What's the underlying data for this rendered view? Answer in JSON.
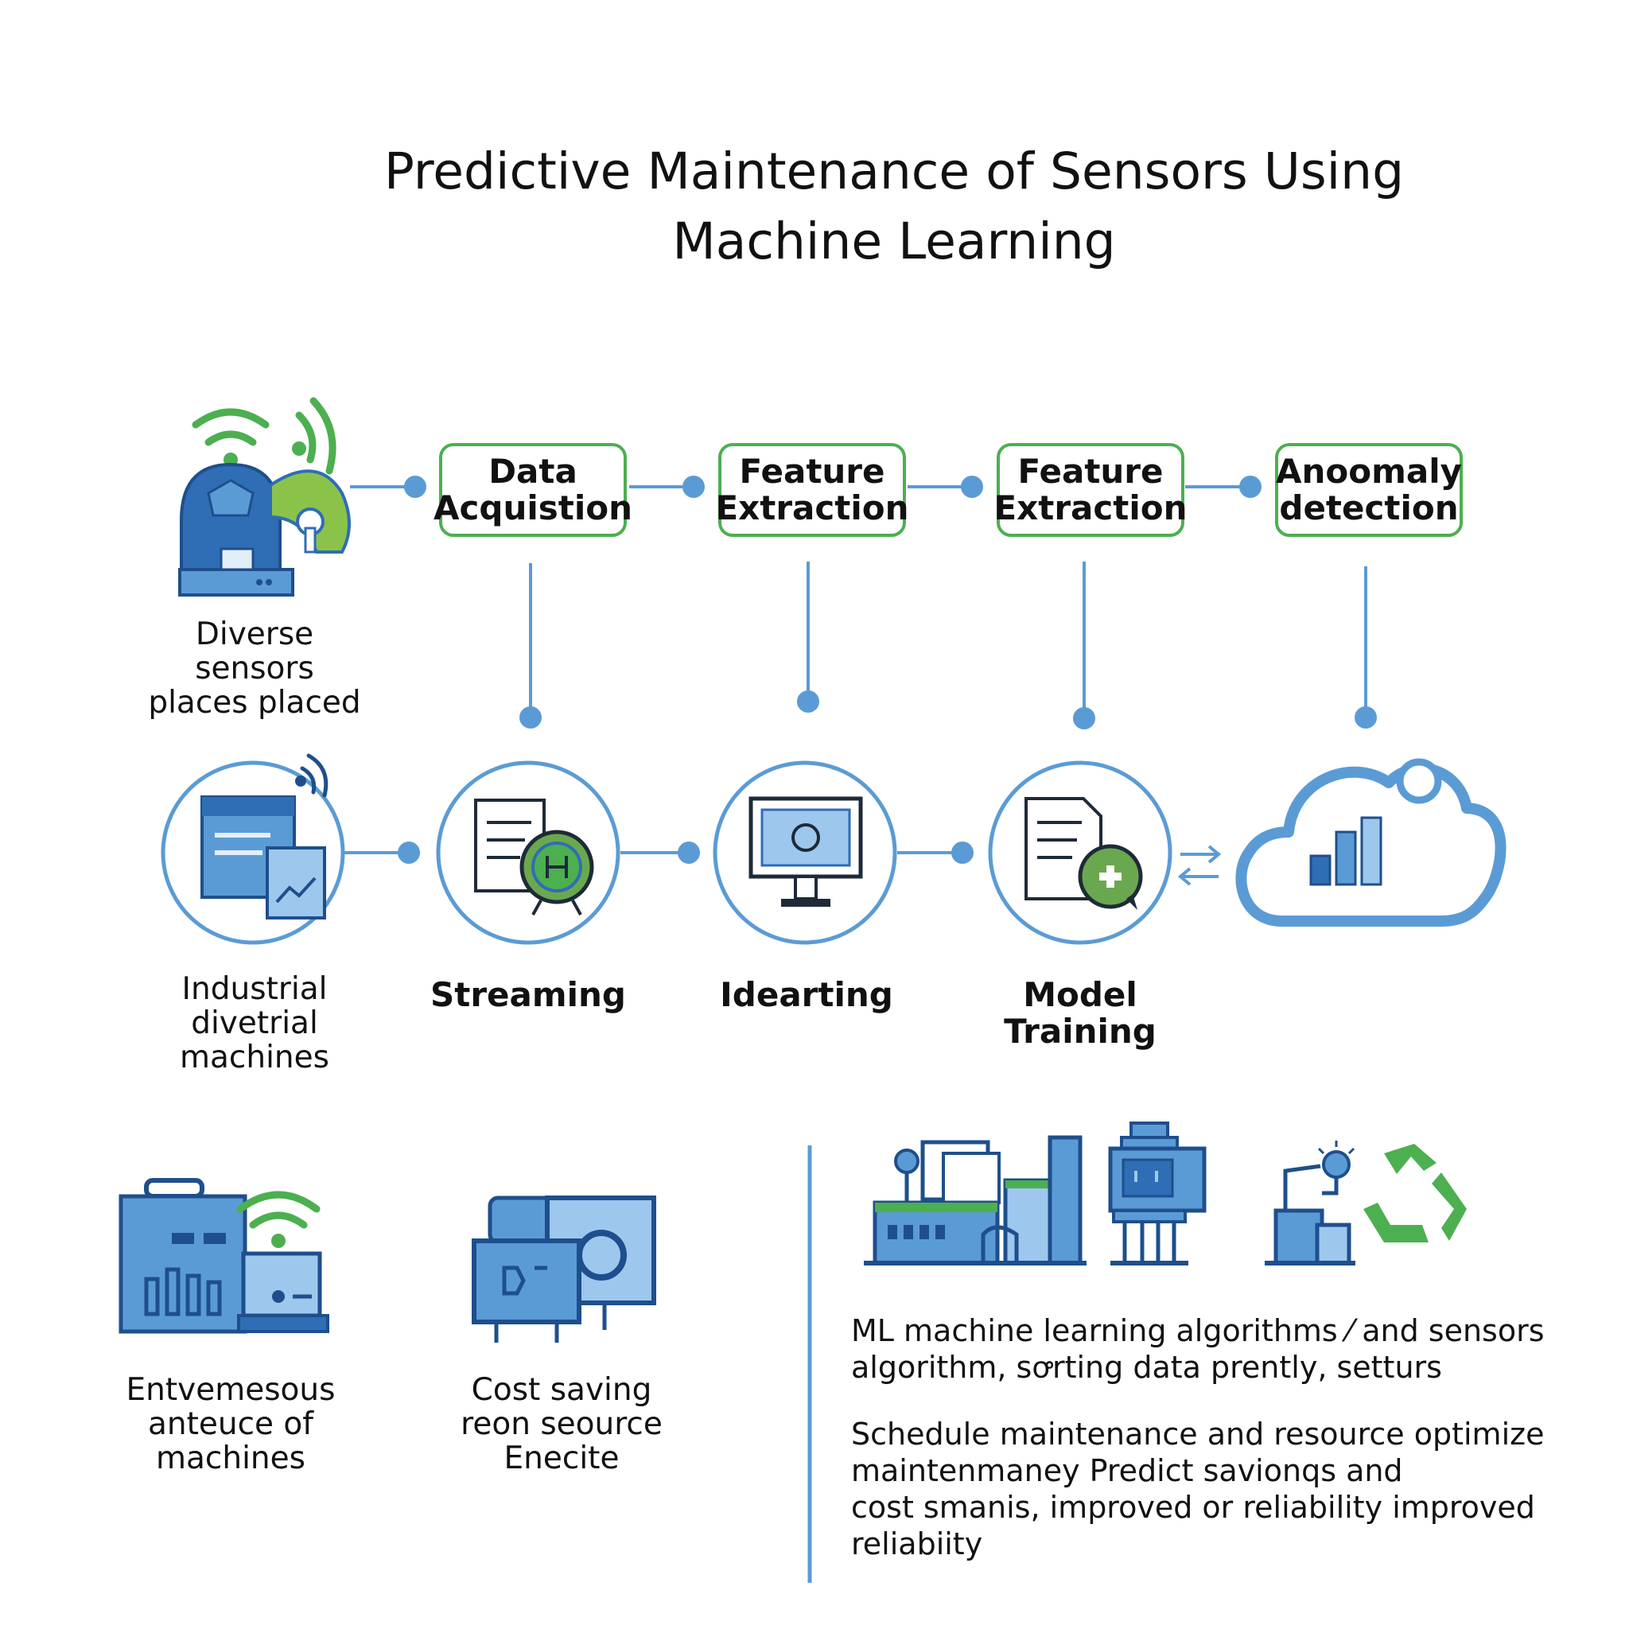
{
  "title": "Predictive Maintenance of Sensors Using\nMachine Learning",
  "steps": [
    {
      "label": "Data\nAcquistion"
    },
    {
      "label": "Feature\nExtraction"
    },
    {
      "label": "Feature\nExtraction"
    },
    {
      "label": "Anoomaly\ndetection"
    }
  ],
  "middle_labels": {
    "sensors": "Diverse\nsensors\nplaces placed",
    "machines": "Industrial\ndivetrial\nmachines",
    "streaming": "Streaming",
    "idearting": "Idearting",
    "training": "Model\nTraining"
  },
  "bottom_labels": {
    "left": "Entvemesous\nanteuce of\nmachines",
    "middle": "Cost saving\nreon seource\nEnecite"
  },
  "bottom_text": {
    "para1": "ML machine learning algorithms ⁄ and sensors\nalgorithm, sꝍrting data prently, setturs",
    "para2": "Schedule maintenance and resource optimize\nmaintenmaney Predict savionqs and\ncost smanis, improved or reliability improved\nreliabiity"
  },
  "colors": {
    "blue": "#5b9bd5",
    "blue_dark": "#2f6db5",
    "green": "#4caf50",
    "line": "#5b9bd5"
  }
}
